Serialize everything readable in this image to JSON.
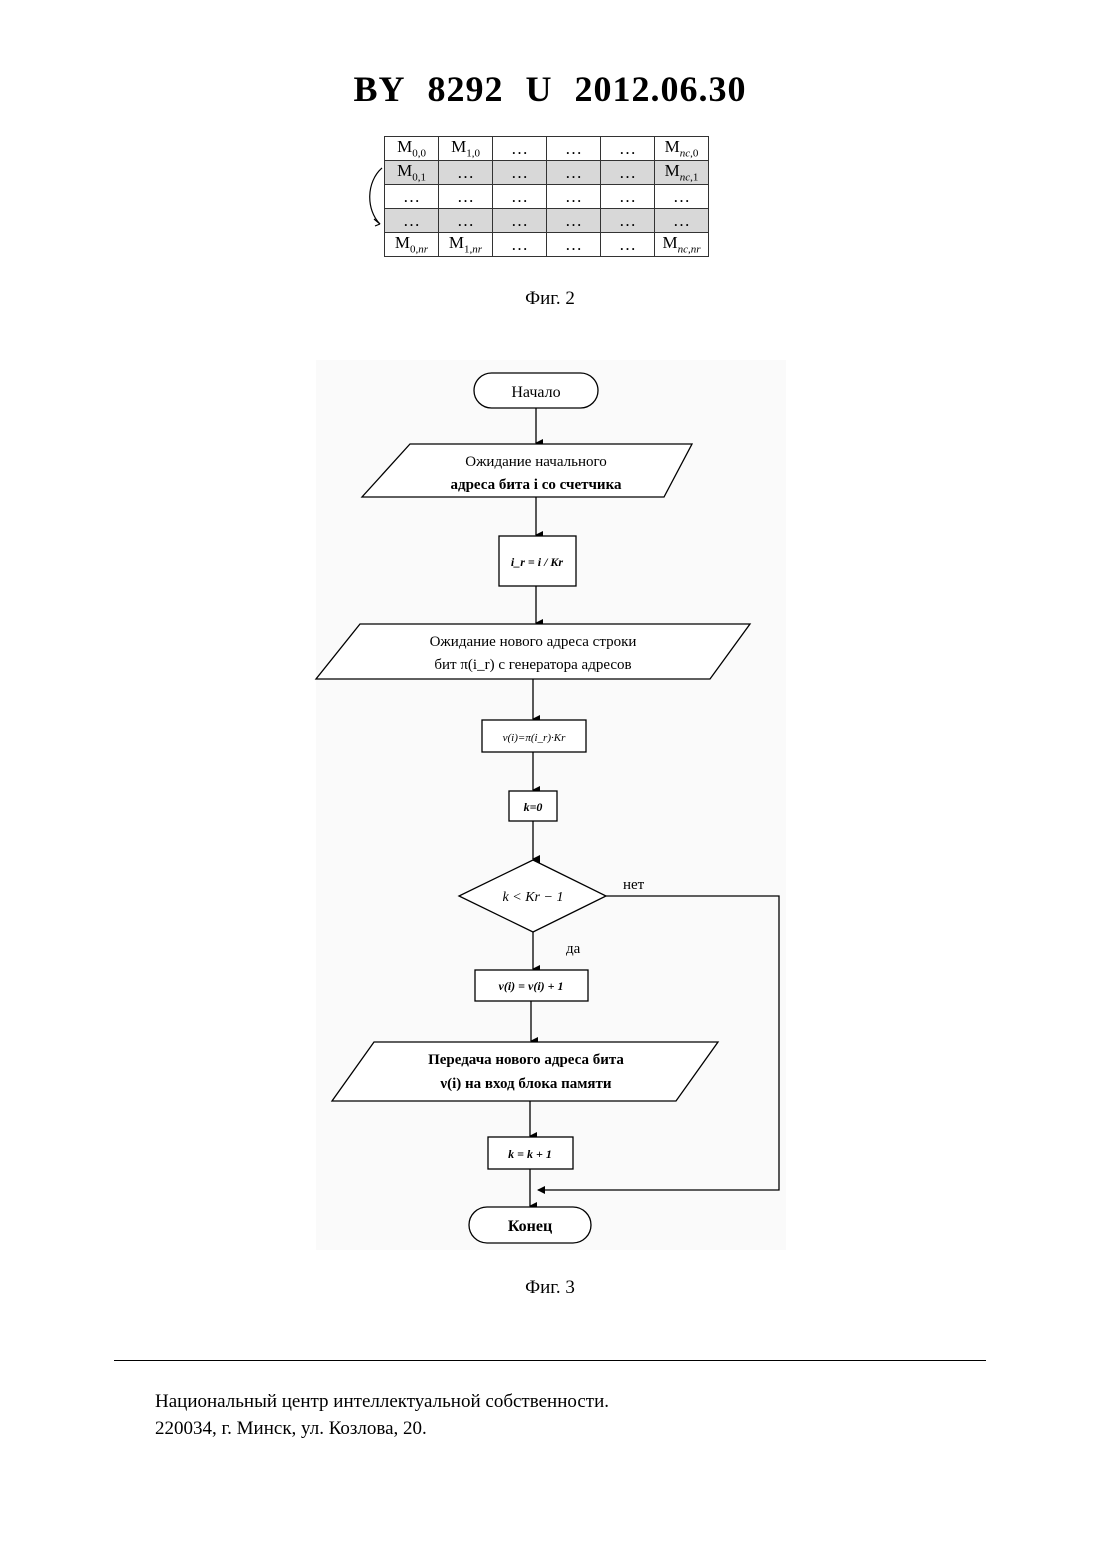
{
  "header": {
    "country": "BY",
    "number": "8292",
    "kind": "U",
    "date": "2012.06.30"
  },
  "fig2": {
    "caption": "Фиг. 2",
    "rows": [
      [
        "M0,0",
        "M1,0",
        "…",
        "…",
        "…",
        "Mnc,0"
      ],
      [
        "M0,1",
        "…",
        "…",
        "…",
        "…",
        "Mnc,1"
      ],
      [
        "…",
        "…",
        "…",
        "…",
        "…",
        "…"
      ],
      [
        "…",
        "…",
        "…",
        "…",
        "…",
        "…"
      ],
      [
        "M0,nr",
        "M1,nr",
        "…",
        "…",
        "…",
        "Mnc,nr"
      ]
    ]
  },
  "fig3": {
    "caption": "Фиг. 3",
    "start": "Начало",
    "wait_start_line1": "Ожидание начального",
    "wait_start_line2": "адреса бита i со счетчика",
    "calc_ir": "i_r = i / Kr",
    "wait_row_line1": "Ожидание нового адреса строки",
    "wait_row_line2": "бит π(i_r) с генератора адресов",
    "calc_v": "ν(i)=π(i_r)·Kr",
    "init_k": "k=0",
    "condition": "k < Kr − 1",
    "no_label": "нет",
    "yes_label": "да",
    "increment_v": "ν(i) = ν(i) + 1",
    "transfer_line1": "Передача нового адреса бита",
    "transfer_line2": "ν(i) на вход блока памяти",
    "increment_k": "k = k + 1",
    "end": "Конец"
  },
  "footer": {
    "line1": "Национальный центр интеллектуальной собственности.",
    "line2": "220034, г. Минск, ул. Козлова, 20."
  }
}
